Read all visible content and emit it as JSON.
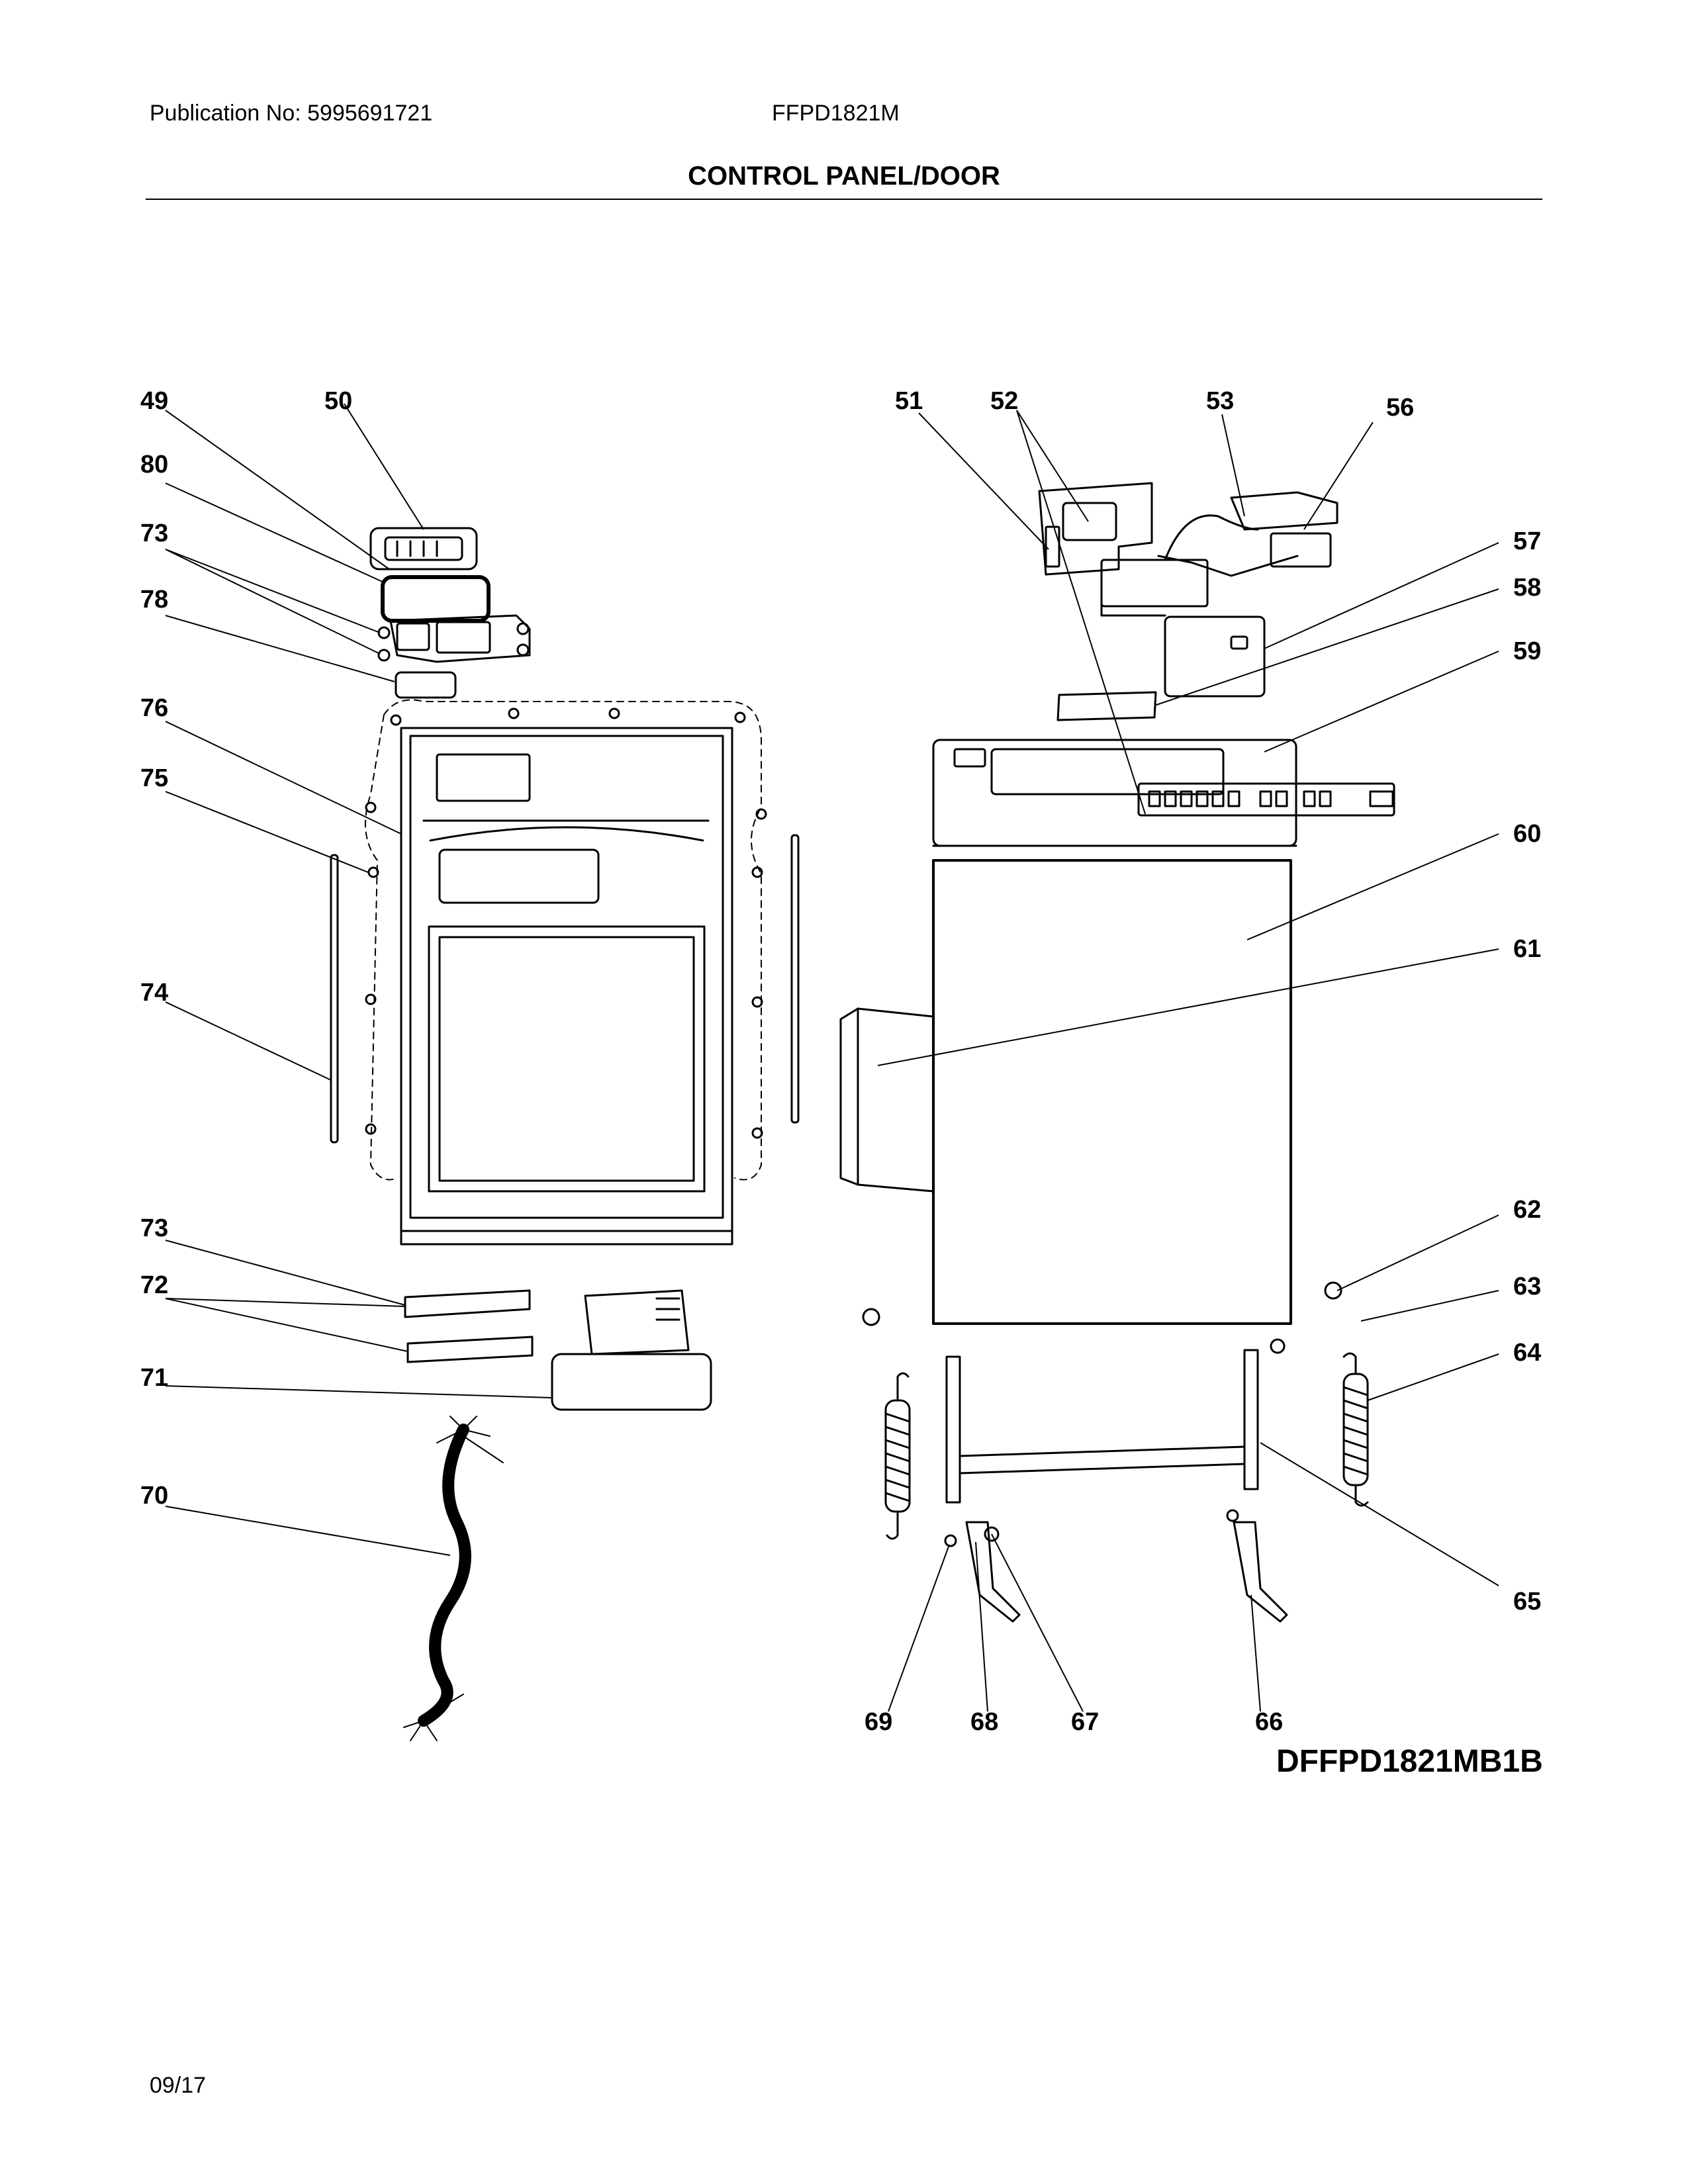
{
  "header": {
    "publication": "Publication No: 5995691721",
    "model": "FFPD1821M",
    "title": "CONTROL PANEL/DOOR"
  },
  "callouts": {
    "c49": "49",
    "c50": "50",
    "c80": "80",
    "c73a": "73",
    "c78": "78",
    "c76": "76",
    "c75": "75",
    "c74": "74",
    "c73b": "73",
    "c72": "72",
    "c71": "71",
    "c70": "70",
    "c51": "51",
    "c52": "52",
    "c53": "53",
    "c56": "56",
    "c57": "57",
    "c58": "58",
    "c59": "59",
    "c60": "60",
    "c61": "61",
    "c62": "62",
    "c63": "63",
    "c64": "64",
    "c65": "65",
    "c66": "66",
    "c67": "67",
    "c68": "68",
    "c69": "69"
  },
  "diagram_code": "DFFPD1821MB1B",
  "footer": {
    "date": "09/17"
  }
}
